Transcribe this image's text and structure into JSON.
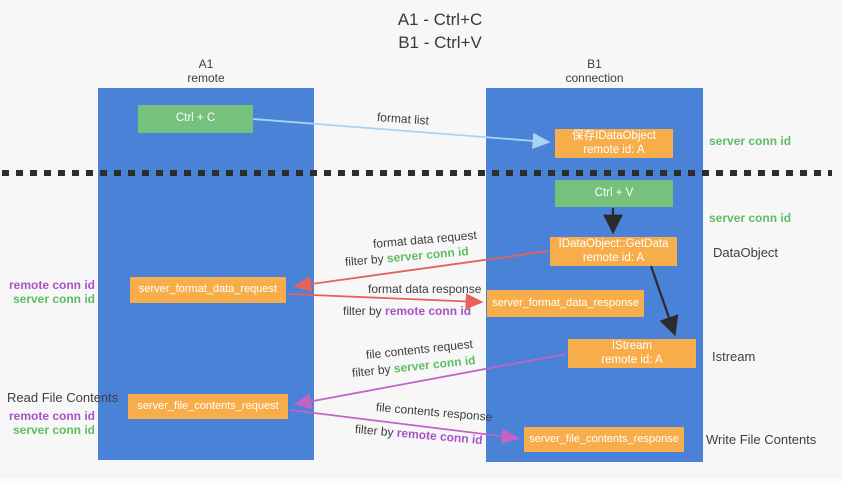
{
  "title": {
    "line1": "A1 - Ctrl+C",
    "line2": "B1 - Ctrl+V"
  },
  "columns": {
    "a1": {
      "name": "A1",
      "subtitle": "remote"
    },
    "b1": {
      "name": "B1",
      "subtitle": "connection"
    }
  },
  "nodes": {
    "ctrl_c": "Ctrl + C",
    "ctrl_v": "Ctrl + V",
    "save_idataobject": {
      "line1": "保存IDataObject",
      "line2": "remote id: A"
    },
    "getdata": {
      "line1": "IDataObject::GetData",
      "line2": "remote id: A"
    },
    "istream": {
      "line1": "IStream",
      "line2": "remote id: A"
    },
    "format_request": "server_format_data_request",
    "format_response": "server_format_data_response",
    "file_request": "server_file_contents_request",
    "file_response": "server_file_contents_response"
  },
  "labels": {
    "format_list": "format list",
    "format_data_request": "format data request",
    "format_data_response": "format data response",
    "file_contents_request": "file contents request",
    "file_contents_response": "file contents response",
    "filter_by": "filter by",
    "server_conn_id": "server conn id",
    "remote_conn_id": "remote conn id",
    "read_file_contents": "Read File Contents",
    "write_file_contents": "Write File Contents",
    "dataobject": "DataObject",
    "istream_side": "Istream"
  },
  "colors": {
    "background": "#F7F7F7",
    "lifeline_blue": "#4A82D8",
    "node_green": "#76C17C",
    "node_orange": "#F7AD4A",
    "arrow_light_blue": "#A9D3F2",
    "arrow_red": "#E6625C",
    "arrow_purple": "#C263C6",
    "arrow_black": "#2B2B2B",
    "server_conn_green": "#5FBC66",
    "remote_conn_purple": "#A853C6",
    "text_dark": "#3E3E3E"
  }
}
